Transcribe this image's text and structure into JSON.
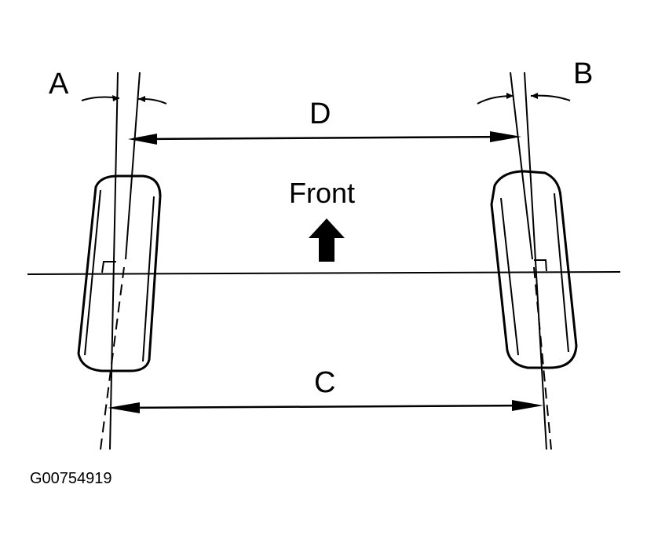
{
  "labels": {
    "a": "A",
    "b": "B",
    "c": "C",
    "d": "D",
    "front": "Front",
    "figure_code": "G00754919"
  },
  "colors": {
    "ink": "#000000",
    "background": "#ffffff"
  }
}
